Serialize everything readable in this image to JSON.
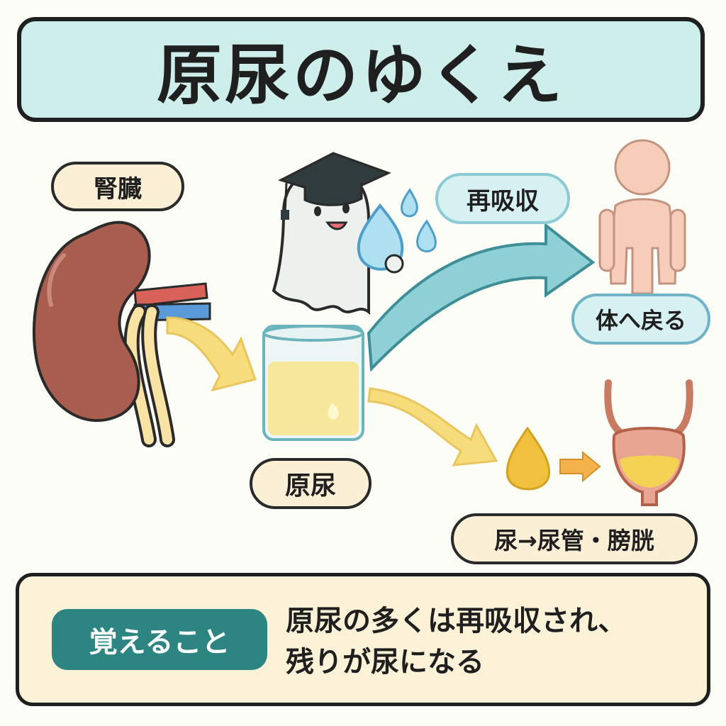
{
  "title": "原尿のゆくえ",
  "labels": {
    "kidney": "腎臓",
    "reabsorption": "再吸収",
    "return_to_body": "体へ戻る",
    "primary_urine": "原尿",
    "urine_path": "尿→尿管・膀胱"
  },
  "memo": {
    "label": "覚えること",
    "line1": "原尿の多くは再吸収され、",
    "line2": "残りが尿になる"
  },
  "colors": {
    "title_bg": "#cdeeea",
    "kidney": "#a85d4f",
    "urine": "#f6e79a",
    "reabsorb_arrow": "#8fd0d6",
    "urine_arrow": "#f7dc7c",
    "memo_label_bg": "#2c8580",
    "body": "#f6cdb8"
  },
  "icons": [
    "kidney-icon",
    "graduation-ghost-icon",
    "water-drop-icon",
    "human-figure-icon",
    "beaker-icon",
    "bladder-icon"
  ]
}
